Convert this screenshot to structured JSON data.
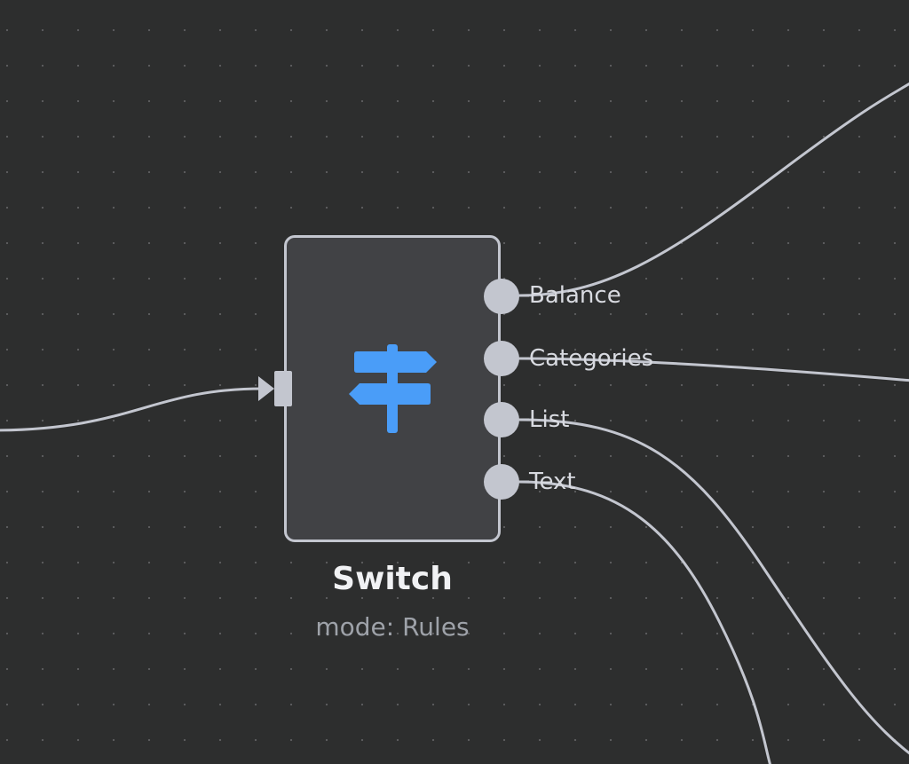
{
  "node": {
    "title": "Switch",
    "subtitle": "mode: Rules",
    "icon": "signpost-icon",
    "icon_color": "#4a9df8"
  },
  "outputs": [
    {
      "label": "Balance"
    },
    {
      "label": "Categories"
    },
    {
      "label": "List"
    },
    {
      "label": "Text"
    }
  ],
  "colors": {
    "canvas_background": "#2d2e2e",
    "node_background": "#414245",
    "connection": "#c3c6cf"
  }
}
